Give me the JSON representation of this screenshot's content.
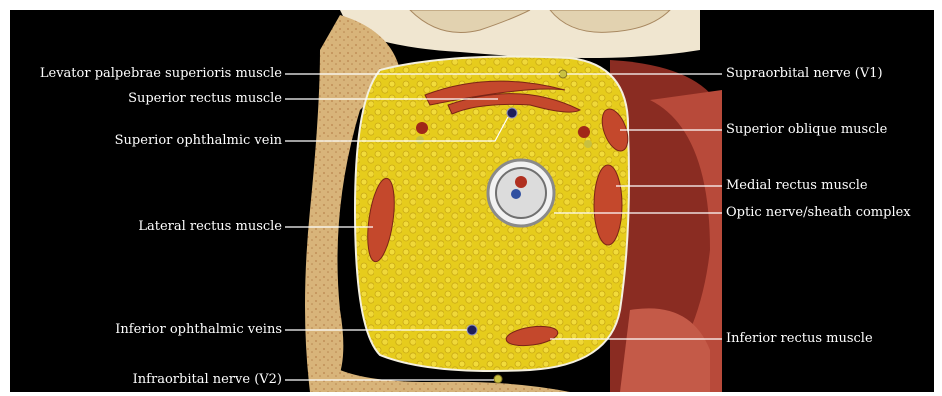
{
  "labels_left": [
    "Levator palpebrae superioris muscle",
    "Superior rectus muscle",
    "Superior ophthalmic vein",
    "Lateral rectus muscle",
    "Inferior ophthalmic veins",
    "Infraorbital nerve (V2)"
  ],
  "labels_right": [
    "Supraorbital nerve (V1)",
    "Superior oblique muscle",
    "Medial rectus muscle",
    "Optic nerve/sheath complex",
    "Inferior rectus muscle"
  ],
  "colors": {
    "background": "#000000",
    "fat": "#e8d020",
    "bone": "#d8b880",
    "muscle": "#c0462a",
    "nerve": "#b8b8b8",
    "vein": "#2a2a70",
    "leader": "#ffffff"
  }
}
